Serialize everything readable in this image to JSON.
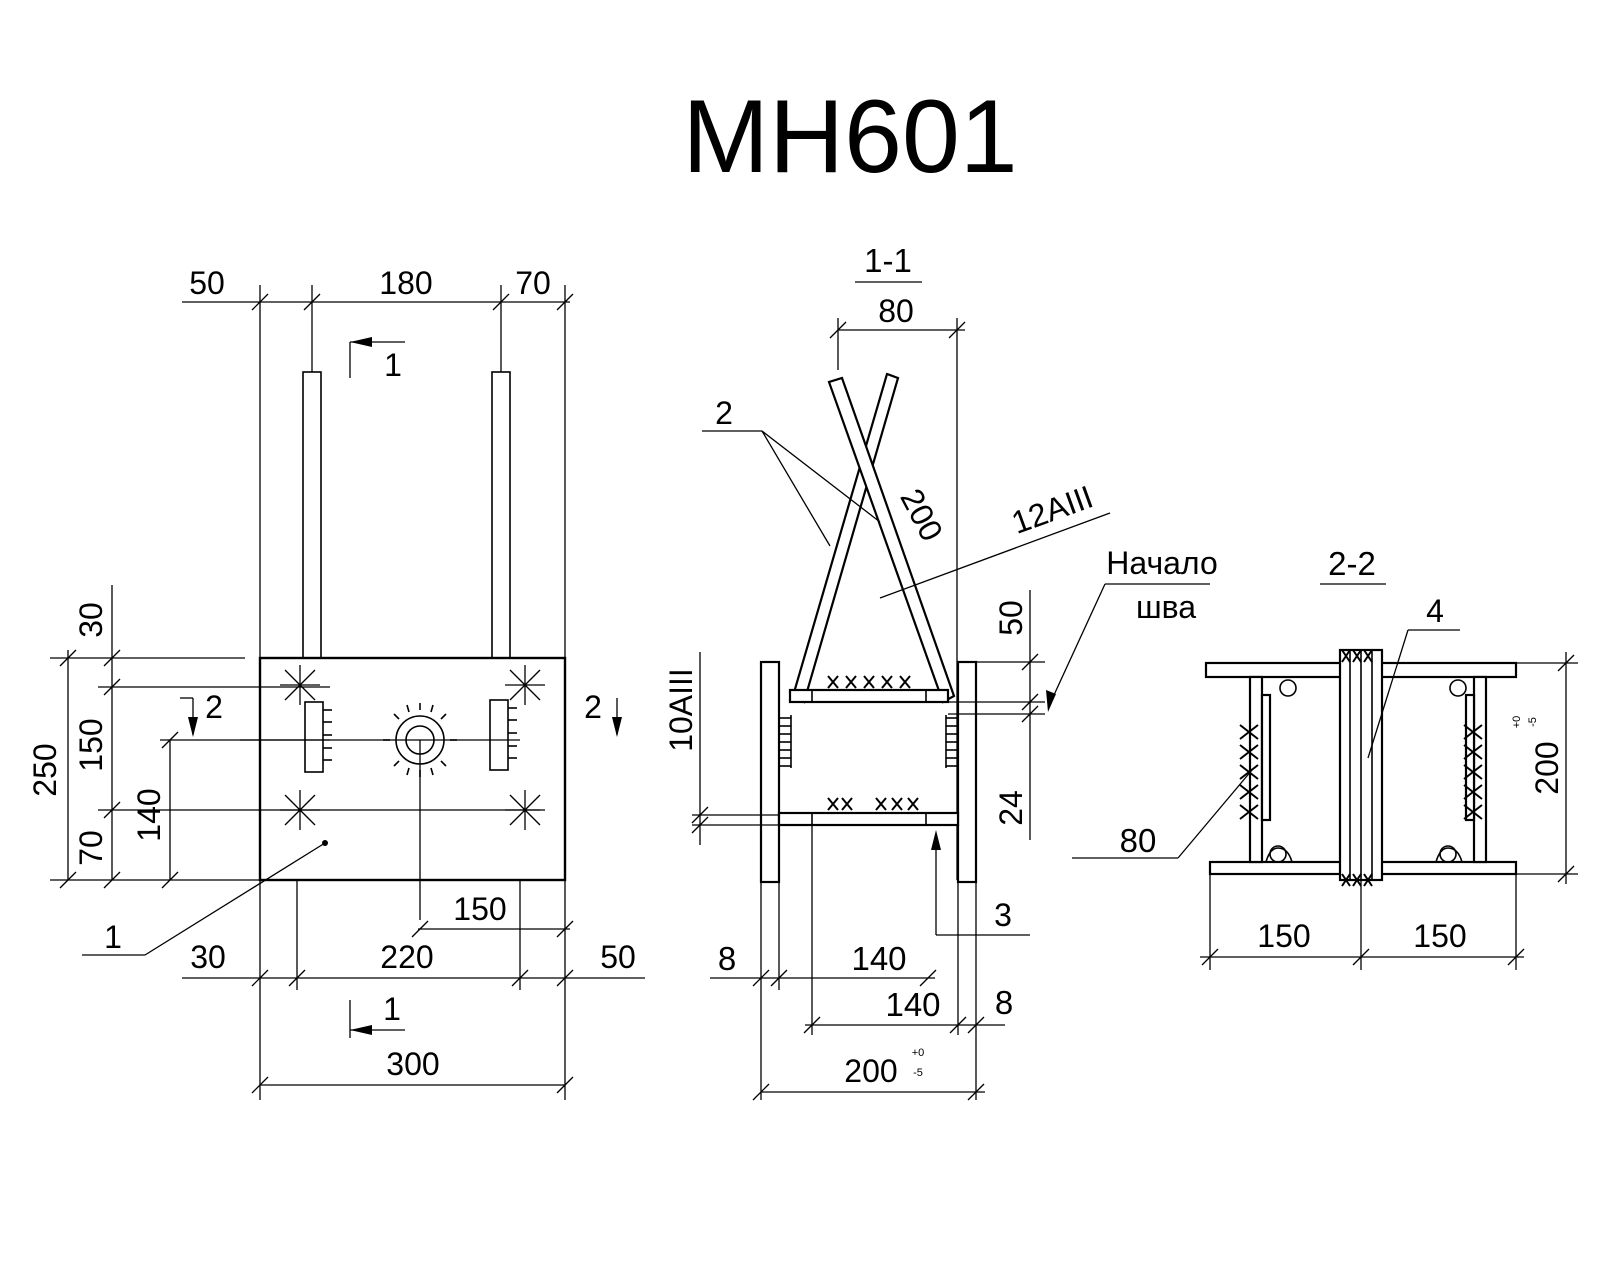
{
  "title": "МН601",
  "plan": {
    "dims": {
      "top_left": "50",
      "top_mid": "180",
      "top_right": "70",
      "left_30": "30",
      "left_250": "250",
      "left_150": "150",
      "left_70": "70",
      "left_140": "140",
      "bot_150": "150",
      "bot_30": "30",
      "bot_220": "220",
      "bot_50": "50",
      "bot_300": "300"
    },
    "section_marks": {
      "top": "1",
      "bottom": "1",
      "left": "2",
      "right": "2"
    },
    "callout_1": "1"
  },
  "section_1_1": {
    "label": "1-1",
    "dims": {
      "top_80": "80",
      "diag_200": "200",
      "right_50": "50",
      "right_24": "24",
      "bot_8_left": "8",
      "bot_140_a": "140",
      "bot_140_b": "140",
      "bot_8_right": "8",
      "bot_200": "200",
      "tol_plus": "+0",
      "tol_minus": "-5"
    },
    "callouts": {
      "rod_2": "2",
      "rod_12": "12AIII",
      "rod_10": "10AIII",
      "part_3": "3"
    },
    "weld_start": {
      "line1": "Начало",
      "line2": "шва"
    }
  },
  "section_2_2": {
    "label": "2-2",
    "dims": {
      "right_200": "200",
      "tol_plus": "+0",
      "tol_minus": "-5",
      "bot_150_a": "150",
      "bot_150_b": "150",
      "weld_80": "80"
    },
    "callout_4": "4"
  }
}
